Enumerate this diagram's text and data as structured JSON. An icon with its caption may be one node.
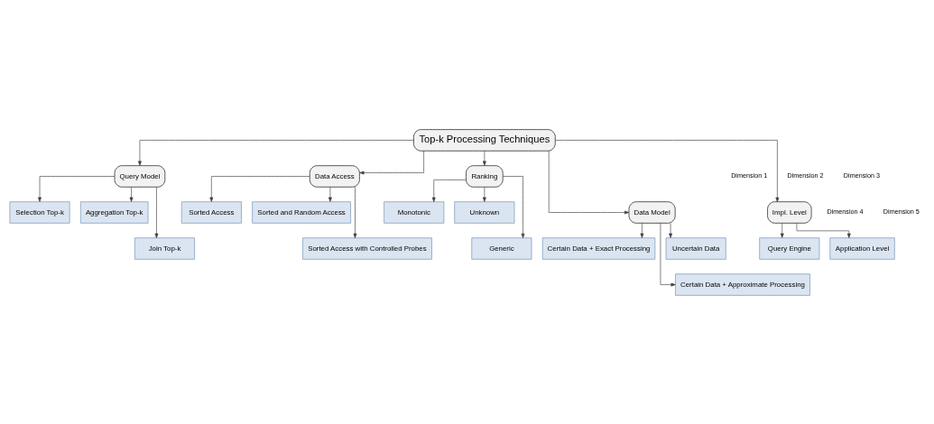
{
  "diagram": {
    "nodes": [
      {
        "text": [
          "Top-k Processing Techniques"
        ]
      },
      {
        "text": [
          "Query Model"
        ]
      },
      {
        "text": [
          "Selection Top-k"
        ]
      },
      {
        "text": [
          "Aggregation Top-k"
        ]
      },
      {
        "text": [
          "Join Top-k"
        ]
      },
      {
        "text": [
          "Data Access"
        ]
      },
      {
        "text": [
          "Sorted Access"
        ]
      },
      {
        "text": [
          "Sorted and Random Access"
        ]
      },
      {
        "text": [
          "Sorted Access with Controlled Probes"
        ]
      },
      {
        "text": [
          "Ranking"
        ]
      },
      {
        "text": [
          "Monotonic"
        ]
      },
      {
        "text": [
          "Unknown"
        ]
      },
      {
        "text": [
          "Generic"
        ]
      },
      {
        "text": [
          "Data Model"
        ]
      },
      {
        "text": [
          "Certain Data + Exact Processing"
        ]
      },
      {
        "text": [
          "Uncertain Data"
        ]
      },
      {
        "text": [
          "Certain Data + Approximate Processing"
        ]
      },
      {
        "text": [
          "Impl. Level"
        ]
      },
      {
        "text": [
          "Query Engine"
        ]
      },
      {
        "text": [
          "Application Level"
        ]
      }
    ],
    "edges": [
      {
        "from": 0,
        "to": 1,
        "arrow": "to"
      },
      {
        "from": 0,
        "to": 13,
        "arrow": "to"
      },
      {
        "from": 0,
        "to": 5,
        "arrow": "to"
      },
      {
        "from": 0,
        "to": 17,
        "arrow": "to"
      },
      {
        "from": 0,
        "to": 9,
        "arrow": "to"
      },
      {
        "from": 1,
        "to": 2,
        "arrow": "to"
      },
      {
        "from": 1,
        "to": 4,
        "arrow": "to"
      },
      {
        "from": 1,
        "to": 3,
        "arrow": "to"
      },
      {
        "from": 5,
        "to": 6,
        "arrow": "to"
      },
      {
        "from": 5,
        "to": 8,
        "arrow": "to"
      },
      {
        "from": 5,
        "to": 7,
        "arrow": "to"
      },
      {
        "from": 9,
        "to": 10,
        "arrow": "to"
      },
      {
        "from": 9,
        "to": 12,
        "arrow": "to"
      },
      {
        "from": 9,
        "to": 11,
        "arrow": "to"
      },
      {
        "from": 13,
        "to": 14,
        "arrow": "to"
      },
      {
        "from": 13,
        "to": 16,
        "arrow": "to"
      },
      {
        "from": 13,
        "to": 15,
        "arrow": "to"
      },
      {
        "from": 17,
        "to": 18,
        "arrow": "to"
      },
      {
        "from": 17,
        "to": 19,
        "arrow": "to"
      }
    ],
    "labels": [
      "Dimension 1",
      "Dimension 2",
      "Dimension 3",
      "Dimension 4",
      "Dimension 5"
    ]
  }
}
